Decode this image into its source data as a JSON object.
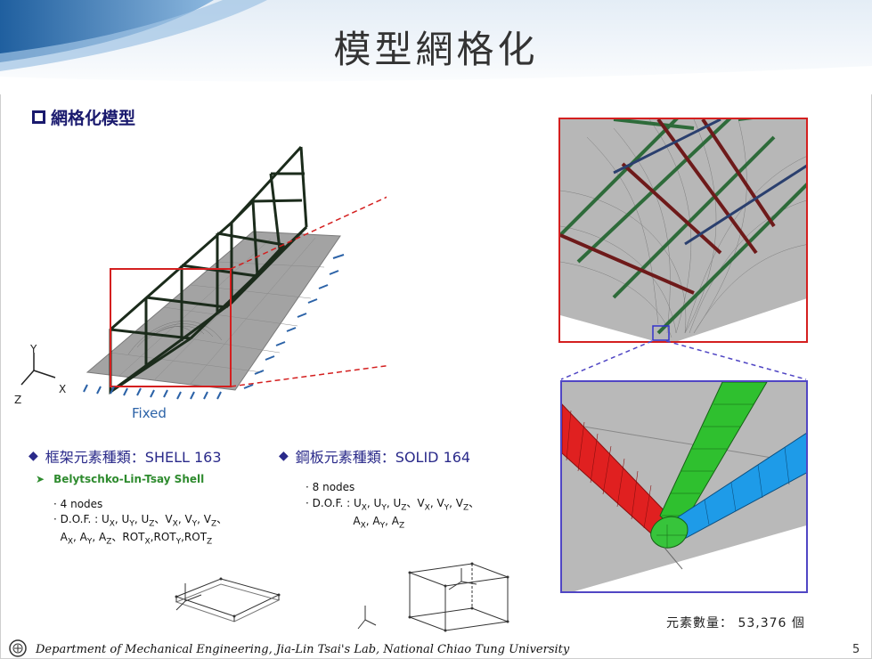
{
  "title": "模型網格化",
  "section_heading": "網格化模型",
  "axes": {
    "y": "Y",
    "x": "X",
    "z": "Z"
  },
  "fixed_label": "Fixed",
  "frame_element": {
    "heading": "框架元素種類：SHELL 163",
    "sub_bullet": "Belytschko-Lin-Tsay Shell",
    "nodes": "4 nodes",
    "dof_prefix": "D.O.F. : "
  },
  "plate_element": {
    "heading": "鋼板元素種類：SOLID 164",
    "nodes": "8 nodes",
    "dof_prefix": "D.O.F. : "
  },
  "element_count_label": "元素數量：",
  "element_count_value": "53,376 個",
  "footer": "Department of Mechanical Engineering, Jia-Lin Tsai's Lab, National Chiao Tung University",
  "page_number": "5",
  "colors": {
    "title_band_blue": "#2f6fb0",
    "heading_navy": "#1a1a6e",
    "zoom_red": "#d41f1f",
    "zoom_blue": "#5046c4",
    "frame_green": "#2e7d32",
    "frame_red": "#e02020",
    "frame_cyan": "#1e9be8",
    "plate_gray": "#9a9a9a",
    "fixed_blue": "#2b62a7"
  }
}
